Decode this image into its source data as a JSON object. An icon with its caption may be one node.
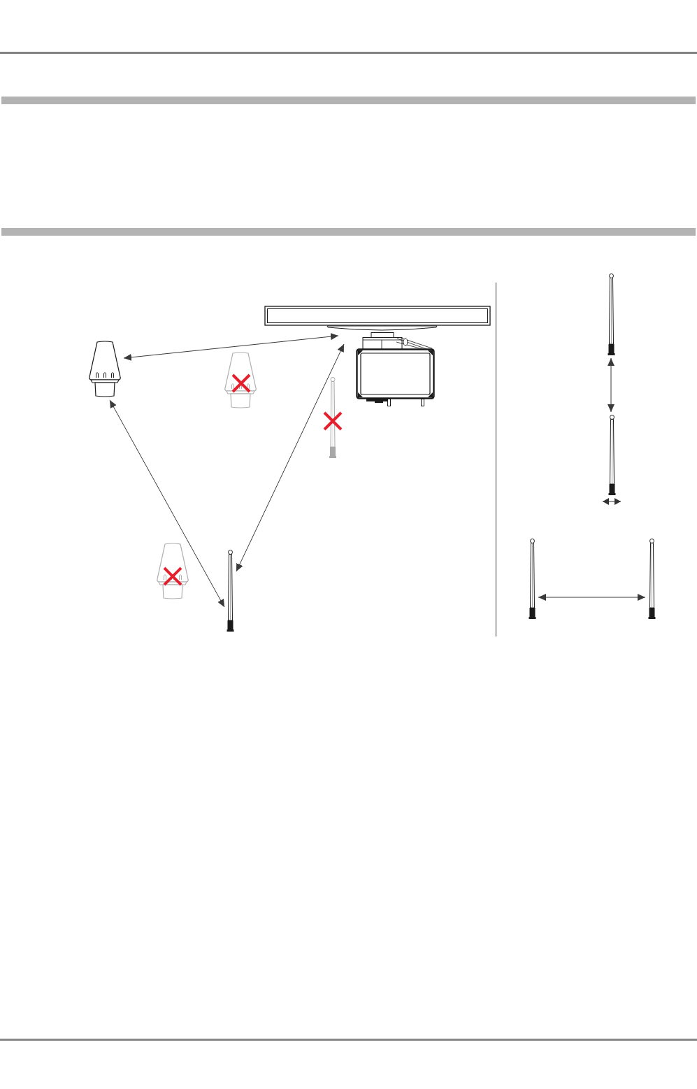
{
  "diagram": {
    "nodes": [
      {
        "text": [],
        "shape": "picture"
      },
      {
        "text": [],
        "shape": "picture"
      },
      {
        "text": [],
        "shape": "picture"
      },
      {
        "text": [],
        "shape": "picture"
      },
      {
        "text": [],
        "shape": "picture"
      },
      {
        "text": [],
        "shape": "picture"
      },
      {
        "text": [],
        "shape": "picture"
      },
      {
        "text": [],
        "shape": "picture"
      },
      {
        "text": [],
        "shape": "picture"
      },
      {
        "text": [],
        "shape": "picture"
      }
    ],
    "edges": [
      {
        "from": 1,
        "to": 0,
        "arrow": "both"
      },
      {
        "from": 1,
        "to": 5,
        "arrow": "both"
      },
      {
        "from": 0,
        "to": 5,
        "arrow": "both"
      },
      {
        "from": 6,
        "to": 7,
        "arrow": "both"
      },
      {
        "from": 8,
        "to": 9,
        "arrow": "both"
      }
    ]
  }
}
